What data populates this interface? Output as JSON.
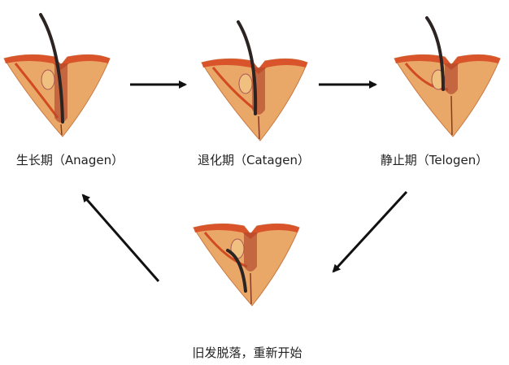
{
  "title": "Hair growth cycle",
  "stages": [
    {
      "id": "anagen",
      "label": "生长期（Anagen）",
      "hair": "long"
    },
    {
      "id": "catagen",
      "label": "退化期（Catagen）",
      "hair": "shrinking"
    },
    {
      "id": "telogen",
      "label": "静止期（Telogen）",
      "hair": "resting"
    },
    {
      "id": "shedding",
      "label": "旧发脱落，重新开始",
      "hair": "shedding"
    }
  ],
  "colors": {
    "skin": "#e9a868",
    "skin_top": "#d9542a",
    "hair": "#2b2422",
    "arrow": "#111111"
  }
}
